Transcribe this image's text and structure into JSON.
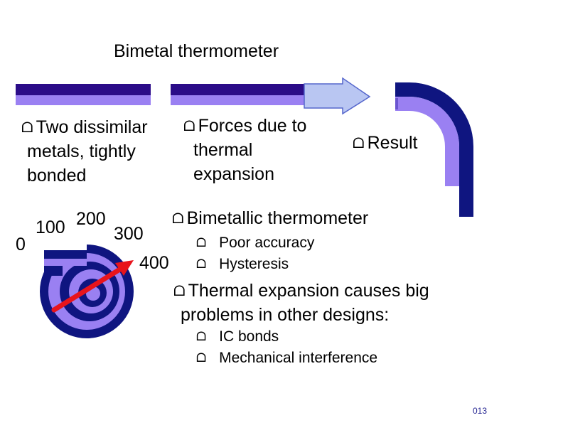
{
  "title": "Bimetal thermometer",
  "columns": [
    {
      "lines": [
        "Two dissimilar",
        "metals, tightly",
        "bonded"
      ]
    },
    {
      "lines": [
        "Forces due to",
        "thermal",
        "expansion"
      ]
    },
    {
      "lines": [
        "Result"
      ]
    }
  ],
  "dial": {
    "labels": [
      "0",
      "100",
      "200",
      "300",
      "400"
    ]
  },
  "bimetallic": {
    "heading": "Bimetallic thermometer",
    "items": [
      "Poor accuracy",
      "Hysteresis"
    ]
  },
  "thermal": {
    "heading_lines": [
      "Thermal expansion causes big",
      "problems in other designs:"
    ],
    "items": [
      "IC bonds",
      "Mechanical interference"
    ]
  },
  "slide_number": "013",
  "icons": {
    "bullet": "open-bracket-bullet-icon"
  },
  "colors": {
    "strip_dark": "#2b0c88",
    "strip_light": "#9a80f2",
    "navy": "#0f1580",
    "arrow": "#e8141c"
  }
}
